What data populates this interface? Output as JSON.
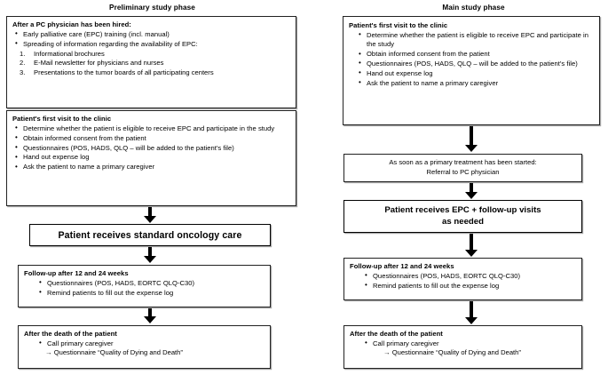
{
  "columns": {
    "left": {
      "title": "Preliminary study phase",
      "boxes": {
        "hired": {
          "head": "After a PC physician has been hired:",
          "bullets": [
            "Early palliative care (EPC) training (incl. manual)",
            "Spreading of information regarding the availability of EPC:"
          ],
          "numbered": [
            "Informational brochures",
            "E-Mail newsletter for physicians and nurses",
            "Presentations to the tumor boards of all participating centers"
          ]
        },
        "first_visit": {
          "head": "Patient's first visit to the clinic",
          "bullets": [
            "Determine whether the patient is eligible to receive EPC and participate in the study",
            "Obtain informed consent from the patient",
            "Questionnaires (POS, HADS, QLQ – will be added to the patient's file)",
            "Hand out expense log",
            "Ask the patient to name a primary caregiver"
          ]
        },
        "standard_care": {
          "text": "Patient receives standard oncology care"
        },
        "follow_up": {
          "head": "Follow-up after 12 and 24 weeks",
          "bullets": [
            "Questionnaires (POS, HADS, EORTC QLQ-C30)",
            "Remind patients to fill out the expense log"
          ]
        },
        "after_death": {
          "head": "After the death of the patient",
          "bullets": [
            "Call primary caregiver"
          ],
          "sub": "→ Questionnaire “Quality of Dying and Death”"
        }
      }
    },
    "right": {
      "title": "Main study phase",
      "boxes": {
        "first_visit": {
          "head": "Patient's first visit to the clinic",
          "bullets": [
            "Determine whether the patient is eligible to receive EPC and participate in the study",
            "Obtain informed consent from the patient",
            "Questionnaires (POS, HADS, QLQ – will be added to the patient's file)",
            "Hand out expense log",
            "Ask the patient to name a primary caregiver"
          ]
        },
        "referral": {
          "line1": "As soon as a primary treatment has been started:",
          "line2": "Referral to PC physician"
        },
        "epc": {
          "line1": "Patient receives EPC + follow-up visits",
          "line2": "as needed"
        },
        "follow_up": {
          "head": "Follow-up after 12 and 24 weeks",
          "bullets": [
            "Questionnaires (POS, HADS, EORTC QLQ-C30)",
            "Remind patients to fill out the expense log"
          ]
        },
        "after_death": {
          "head": "After the death of the patient",
          "bullets": [
            "Call primary caregiver"
          ],
          "sub": "→ Questionnaire “Quality of Dying and Death”"
        }
      }
    }
  },
  "colors": {
    "stroke": "#000000",
    "background": "#ffffff"
  }
}
